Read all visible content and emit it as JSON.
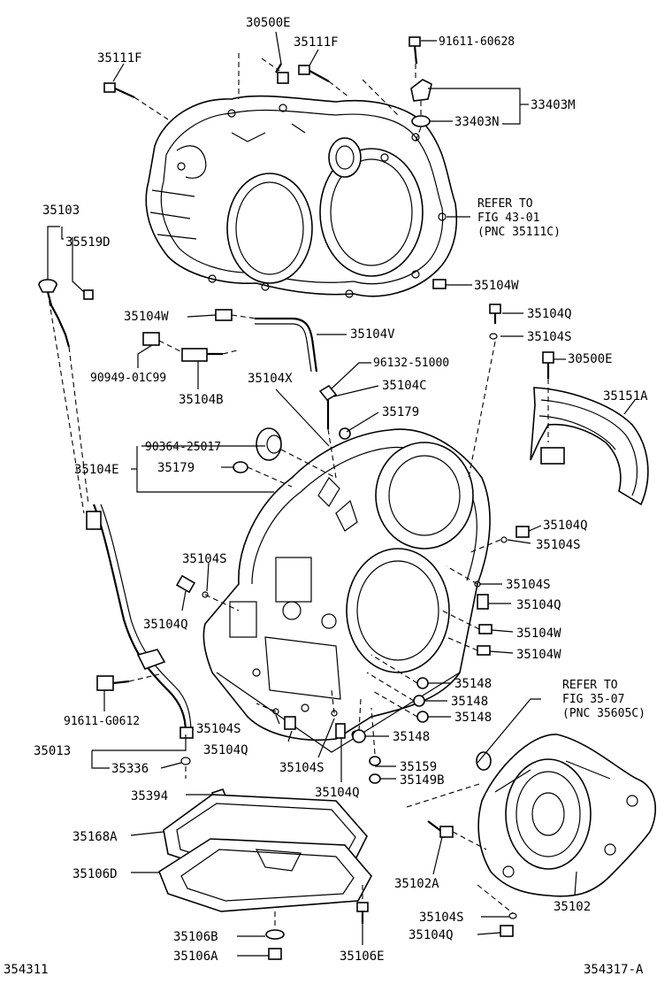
{
  "labels": {
    "p30500E_top": "30500E",
    "p35111F_a": "35111F",
    "p35111F_b": "35111F",
    "p91611_60628": "91611-60628",
    "p33403M": "33403M",
    "p33403N": "33403N",
    "refer1_line1": "REFER TO",
    "refer1_line2": "FIG 43-01",
    "refer1_line3": "(PNC 35111C)",
    "p35103": "35103",
    "p35519D": "35519D",
    "p35104W_1": "35104W",
    "p35104W_2": "35104W",
    "p35104Q_1": "35104Q",
    "p35104S_1": "35104S",
    "p35104V": "35104V",
    "p90949_01C99": "90949-01C99",
    "p35104B": "35104B",
    "p96132_51000": "96132-51000",
    "p35104X": "35104X",
    "p35104C": "35104C",
    "p30500E_mid": "30500E",
    "p35151A": "35151A",
    "p35179_a": "35179",
    "p90364_25017": "90364-25017",
    "p35104E": "35104E",
    "p35179_b": "35179",
    "p35104Q_2": "35104Q",
    "p35104S_2": "35104S",
    "p35104S_3": "35104S",
    "p35104S_4": "35104S",
    "p35104Q_3": "35104Q",
    "p35104Q_4": "35104Q",
    "p35104W_3": "35104W",
    "p35104W_4": "35104W",
    "p35148_1": "35148",
    "p35148_2": "35148",
    "p35148_3": "35148",
    "p35148_4": "35148",
    "refer2_line1": "REFER TO",
    "refer2_line2": "FIG 35-07",
    "refer2_line3": "(PNC 35605C)",
    "p91611_G0612": "91611-G0612",
    "p35104S_5": "35104S",
    "p35104Q_5": "35104Q",
    "p35013": "35013",
    "p35336": "35336",
    "p35104S_6": "35104S",
    "p35159": "35159",
    "p35104Q_6": "35104Q",
    "p35149B": "35149B",
    "p35394": "35394",
    "p35168A": "35168A",
    "p35106D": "35106D",
    "p35102A": "35102A",
    "p35102": "35102",
    "p35104S_7": "35104S",
    "p35104Q_7": "35104Q",
    "p35106B": "35106B",
    "p35106A": "35106A",
    "p35106E": "35106E",
    "code_left": "354311",
    "code_right": "354317-A"
  }
}
